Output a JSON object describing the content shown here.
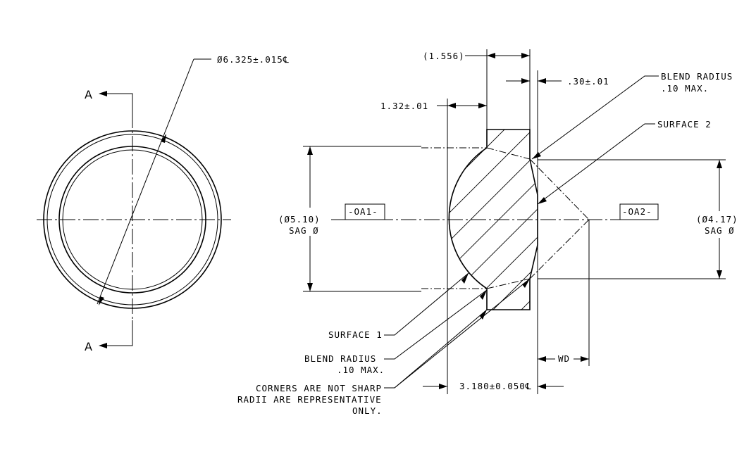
{
  "front_view": {
    "outer_diameter": "Ø6.325±.015℄",
    "section_label_top": "A",
    "section_label_bottom": "A"
  },
  "section_view": {
    "dim_overall_ref": "(1.556)",
    "dim_rim_thickness": ".30±.01",
    "dim_front_thickness": "1.32±.01",
    "blend_radius_top_line1": "BLEND RADIUS",
    "blend_radius_top_line2": ".10 MAX.",
    "surface_2": "SURFACE 2",
    "sag_left_line1": "(Ø5.10)",
    "sag_left_line2": "SAG Ø",
    "sag_right_line1": "(Ø4.17)",
    "sag_right_line2": "SAG Ø",
    "datum_oa1": "-OA1-",
    "datum_oa2": "-OA2-",
    "surface_1": "SURFACE 1",
    "blend_radius_bottom_line1": "BLEND  RADIUS",
    "blend_radius_bottom_line2": ".10 MAX.",
    "note_line1": "CORNERS ARE NOT SHARP",
    "note_line2": "RADII ARE REPRESENTATIVE",
    "note_line3": "ONLY.",
    "dim_working_distance": "WD",
    "dim_total_length": "3.180±0.050℄"
  }
}
